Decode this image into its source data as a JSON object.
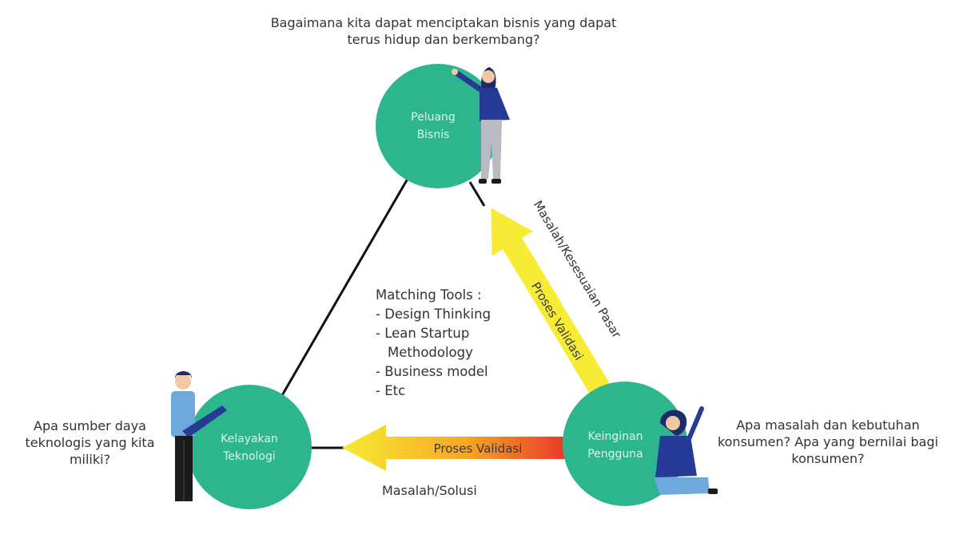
{
  "diagram": {
    "nodes": {
      "peluang": {
        "line1": "Peluang",
        "line2": "Bisnis",
        "color": "#2db58e"
      },
      "kelayakan": {
        "line1": "Kelayakan",
        "line2": "Teknologi",
        "color": "#2db58e"
      },
      "keinginan": {
        "line1": "Keinginan",
        "line2": "Pengguna",
        "color": "#2db58e"
      }
    },
    "questions": {
      "top": "Bagaimana kita dapat menciptakan bisnis yang dapat terus hidup dan berkembang?",
      "left": "Apa sumber daya teknologis yang kita miliki?",
      "right": "Apa masalah dan kebutuhan konsumen? Apa yang bernilai bagi konsumen?"
    },
    "center": {
      "title": "Matching Tools :",
      "items": [
        "- Design Thinking",
        "- Lean Startup",
        "Methodology",
        "- Business model",
        "- Etc"
      ]
    },
    "arrows": {
      "bottom_label": "Proses Validasi",
      "diagonal_label": "Proses Validasi"
    },
    "edges": {
      "bottom": "Masalah/Solusi",
      "right": "Masalah/Kesesuaian Pasar"
    },
    "colors": {
      "circle": "#2db58e",
      "line": "#111111",
      "arrow_start": "#f7eb35",
      "arrow_mid": "#f6a623",
      "arrow_end": "#e8352b",
      "figure_blue": "#263a96",
      "figure_light": "#6fa8dc"
    }
  }
}
